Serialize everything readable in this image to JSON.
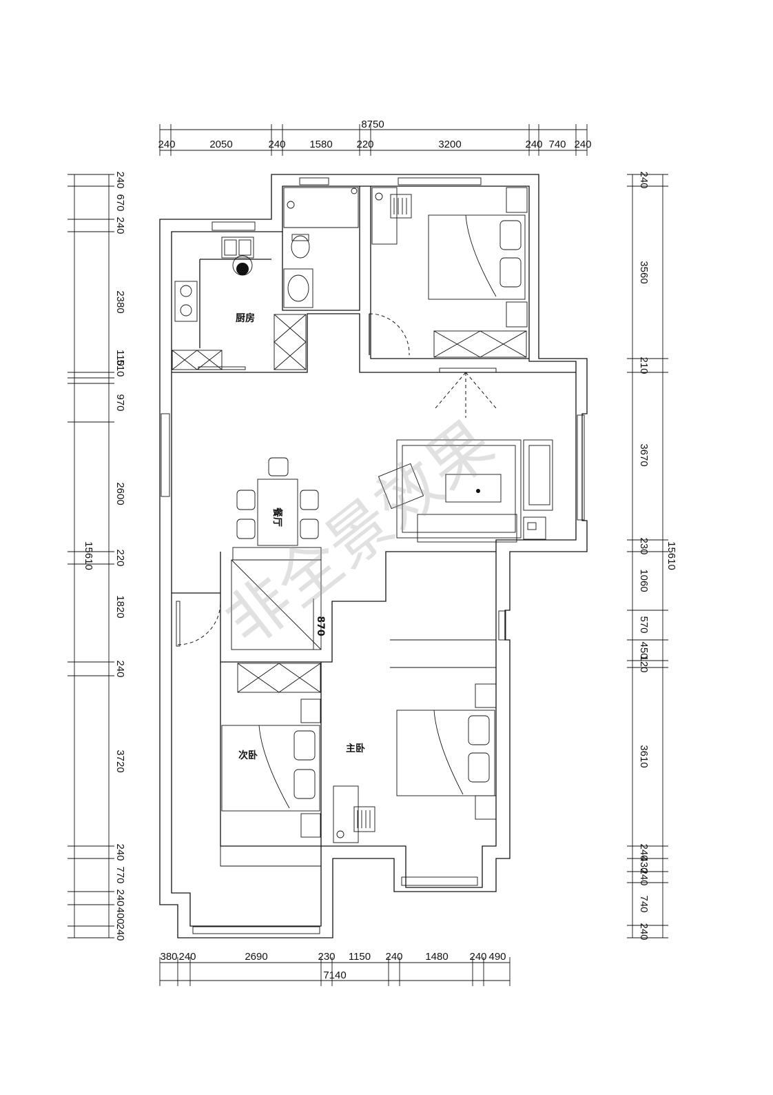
{
  "watermark": "非全景效果",
  "rooms": {
    "kitchen": "厨房",
    "dining": "餐厅",
    "master_bedroom": "主卧",
    "second_bedroom": "次卧"
  },
  "dimensions": {
    "top_total": "8750",
    "top_segments": [
      "240",
      "2050",
      "240",
      "1580",
      "220",
      "3200",
      "240",
      "740",
      "240"
    ],
    "bottom_total": "7140",
    "bottom_segments": [
      "380",
      "240",
      "2690",
      "230",
      "1150",
      "240",
      "1480",
      "240",
      "490"
    ],
    "left_total": "15610",
    "left_segments": [
      "240",
      "670",
      "240",
      "2380",
      "110",
      "510",
      "970",
      "2600",
      "220",
      "1820",
      "240",
      "3720",
      "240",
      "770",
      "240",
      "400",
      "240"
    ],
    "right_total": "15610",
    "right_segments": [
      "240",
      "3560",
      "210",
      "3670",
      "230",
      "1060",
      "570",
      "450",
      "120",
      "3610",
      "240",
      "430",
      "240",
      "740",
      "240"
    ],
    "cabinet_depth": "870"
  },
  "colors": {
    "line": "#111111",
    "watermark": "#9a9a9a"
  }
}
